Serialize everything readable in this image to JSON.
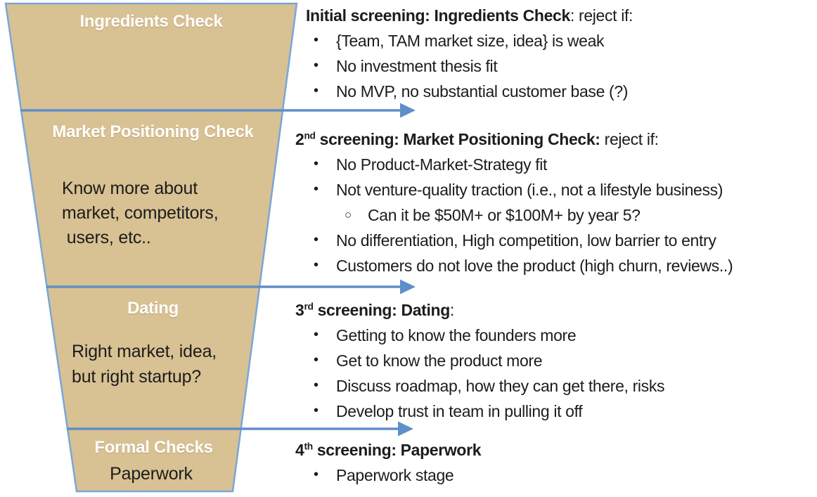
{
  "title": "Startup screening funnel diagram",
  "chars": {
    "bullet": "•",
    "sub_bullet": "○"
  },
  "colors": {
    "funnel_fill": "#d8c193",
    "funnel_border": "#7aa6d9",
    "arrow_blue": "#5f8fc9",
    "stage_title": "#ffffff",
    "text": "#1c1c1c"
  },
  "funnel": {
    "stages": [
      {
        "title": "Ingredients Check"
      },
      {
        "title": "Market Positioning Check",
        "note_lines": [
          "Know more about",
          "market, competitors,",
          " users, etc.."
        ]
      },
      {
        "title": "Dating",
        "note_lines": [
          "Right market, idea,",
          "but right startup?"
        ]
      },
      {
        "title": "Formal Checks",
        "note_lines": [
          "Paperwork"
        ]
      }
    ]
  },
  "sections": [
    {
      "heading_bold": "Initial screening: Ingredients Check",
      "heading_rest": ": reject if:",
      "bullets": [
        "{Team, TAM market size, idea} is weak",
        "No investment thesis fit",
        "No MVP, no substantial customer base (?)"
      ]
    },
    {
      "heading_num": "2",
      "heading_ord": "nd",
      "heading_bold": " screening: Market Positioning Check:",
      "heading_rest": " reject if:",
      "bullets": [
        "No Product-Market-Strategy fit",
        "Not venture-quality traction (i.e., not a lifestyle business)",
        "No differentiation, High competition, low barrier to entry",
        "Customers do not love the product (high churn, reviews..)"
      ],
      "sub_bullet": "Can it be $50M+ or $100M+ by year 5?"
    },
    {
      "heading_num": "3",
      "heading_ord": "rd",
      "heading_bold": " screening: Dating",
      "heading_rest": ":",
      "bullets": [
        "Getting to know the founders more",
        "Get to know the product more",
        "Discuss roadmap, how they can get there, risks",
        "Develop trust in team in pulling it off"
      ]
    },
    {
      "heading_num": "4",
      "heading_ord": "th",
      "heading_bold": " screening: Paperwork",
      "heading_rest": "",
      "bullets": [
        "Paperwork stage"
      ]
    }
  ]
}
